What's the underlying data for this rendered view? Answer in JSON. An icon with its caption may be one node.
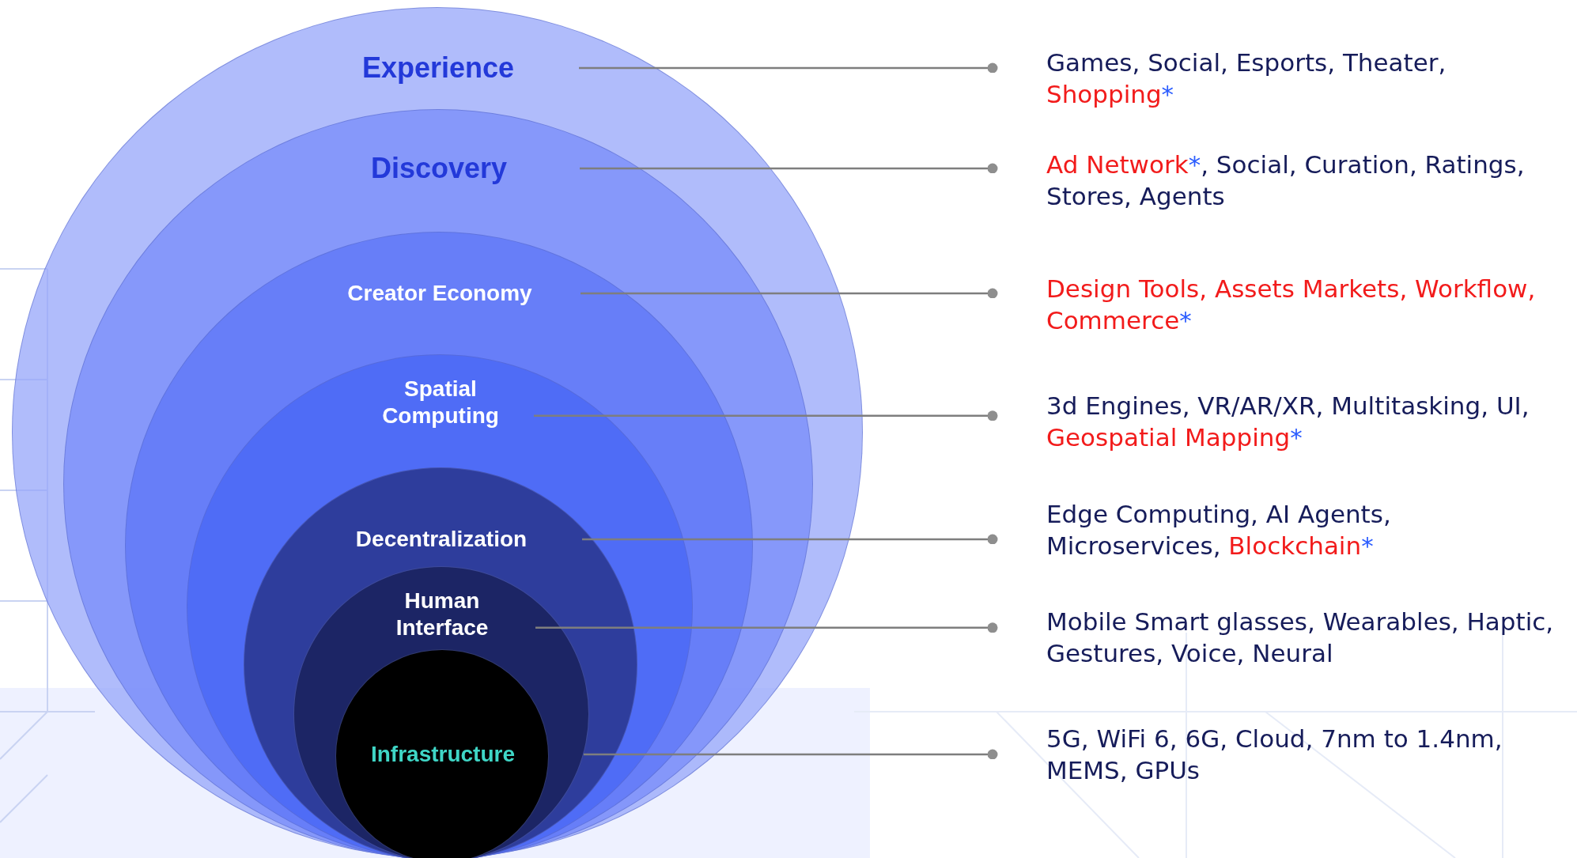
{
  "diagram": {
    "nodes": [
      {
        "text": [
          "Experience"
        ]
      },
      {
        "text": [
          "Discovery"
        ],
        "in": 0
      },
      {
        "text": [
          "Creator Economy"
        ],
        "in": 1
      },
      {
        "text": [
          "Spatial Computing"
        ],
        "in": 2
      },
      {
        "text": [
          "Decentralization"
        ],
        "in": 3
      },
      {
        "text": [
          "Human Interface"
        ],
        "in": 4
      },
      {
        "text": [
          "Infrastructure"
        ],
        "in": 5
      },
      {
        "text": [
          "Games, Social, Esports, Theater, Shopping*"
        ]
      },
      {
        "text": [
          "Ad Network*, Social, Curation, Ratings, Stores, Agents"
        ]
      },
      {
        "text": [
          "Design Tools, Assets Markets, Workflow, Commerce*"
        ]
      },
      {
        "text": [
          "3d Engines, VR/AR/XR, Multitasking, UI, Geospatial Mapping*"
        ]
      },
      {
        "text": [
          "Edge Computing, AI Agents, Microservices, Blockchain*"
        ]
      },
      {
        "text": [
          "Mobile Smart glasses, Wearables, Haptic, Gestures, Voice, Neural"
        ]
      },
      {
        "text": [
          "5G, WiFi 6, 6G, Cloud, 7nm to 1.4nm, MEMS, GPUs"
        ]
      }
    ],
    "edges": [
      {
        "from": 0,
        "to": 7,
        "arrow": "other"
      },
      {
        "from": 1,
        "to": 8,
        "arrow": "other"
      },
      {
        "from": 2,
        "to": 9,
        "arrow": "other"
      },
      {
        "from": 3,
        "to": 10,
        "arrow": "other"
      },
      {
        "from": 4,
        "to": 11,
        "arrow": "other"
      },
      {
        "from": 5,
        "to": 12,
        "arrow": "other"
      },
      {
        "from": 6,
        "to": 13,
        "arrow": "other"
      }
    ]
  }
}
